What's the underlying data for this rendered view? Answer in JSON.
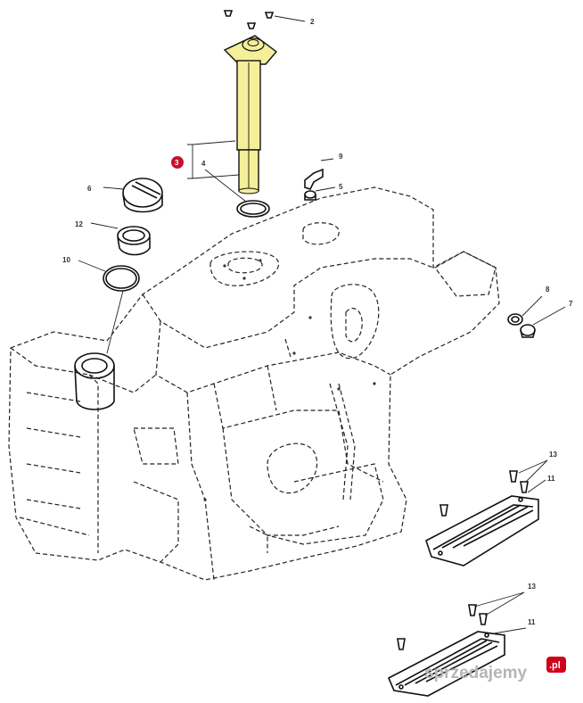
{
  "callouts": [
    {
      "id": "c2",
      "text": "2"
    },
    {
      "id": "c3",
      "text": "3"
    },
    {
      "id": "c4",
      "text": "4"
    },
    {
      "id": "c5",
      "text": "5"
    },
    {
      "id": "c6",
      "text": "6"
    },
    {
      "id": "c7",
      "text": "7"
    },
    {
      "id": "c8",
      "text": "8"
    },
    {
      "id": "c9",
      "text": "9"
    },
    {
      "id": "c10",
      "text": "10"
    },
    {
      "id": "c11a",
      "text": "11"
    },
    {
      "id": "c11b",
      "text": "11"
    },
    {
      "id": "c12",
      "text": "12"
    },
    {
      "id": "c13a",
      "text": "13"
    },
    {
      "id": "c13b",
      "text": "13"
    }
  ],
  "highlight": {
    "part": "3",
    "color": "#f5ef9a",
    "stroke": "#b5ad3a"
  },
  "accent": {
    "callout_circle": "#c8102e"
  },
  "watermark": {
    "text": "sprzedajemy",
    "suffix": ".pl"
  }
}
